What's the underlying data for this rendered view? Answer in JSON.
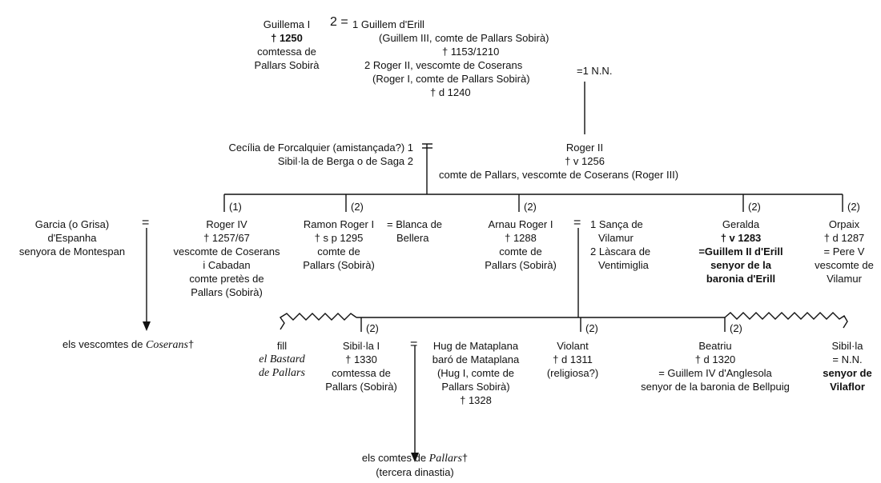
{
  "gen1": {
    "guillema": [
      "Guillema I",
      "† 1250",
      "comtessa de",
      "Pallars Sobirà"
    ],
    "marriage_mark": "2 =",
    "husband1": [
      "1 Guillem d'Erill",
      "(Guillem III, comte de Pallars Sobirà)",
      "† 1153/1210"
    ],
    "husband2": [
      "2 Roger II, vescomte de Coserans",
      "(Roger I, comte de Pallars Sobirà)",
      "† d 1240"
    ],
    "nn": "=1 N.N."
  },
  "gen2": {
    "wives": [
      "Cecília de Forcalquier (amistançada?) 1",
      "Sibil·la de Berga o de Saga 2"
    ],
    "roger": [
      "Roger II",
      "† v 1256",
      "comte de Pallars, vescomte de Coserans (Roger III)"
    ]
  },
  "gen3": {
    "garcia": [
      "Garcia (o Grisa)",
      "d'Espanha",
      "senyora de Montespan"
    ],
    "roger4_mark": "(1)",
    "roger4": [
      "Roger IV",
      "† 1257/67",
      "vescomte de Coserans",
      "i Cabadan",
      "comte pretès de",
      "Pallars (Sobirà)"
    ],
    "ramon_mark": "(2)",
    "ramon": [
      "Ramon Roger I",
      "† s p 1295",
      "comte de",
      "Pallars (Sobirà)"
    ],
    "blanca": [
      "= Blanca de",
      "Bellera"
    ],
    "arnau_mark": "(2)",
    "arnau": [
      "Arnau Roger I",
      "† 1288",
      "comte de",
      "Pallars (Sobirà)"
    ],
    "arnau_wives": [
      "1 Sança de",
      "Vilamur",
      "2 Làscara de",
      "Ventimiglia"
    ],
    "geralda_mark": "(2)",
    "geralda": [
      "Geralda",
      "† v 1283",
      "=Guillem II d'Erill",
      "senyor de la",
      "baronia d'Erill"
    ],
    "orpaix_mark": "(2)",
    "orpaix": [
      "Orpaix",
      "† d 1287",
      "= Pere V",
      "vescomte de",
      "Vilamur"
    ]
  },
  "gen4": {
    "fill": [
      "fill"
    ],
    "fill_name": [
      "el Bastard",
      "de Pallars"
    ],
    "sibilla_mark": "(2)",
    "sibilla": [
      "Sibil·la I",
      "† 1330",
      "comtessa de",
      "Pallars (Sobirà)"
    ],
    "hug": [
      "Hug de Mataplana",
      "baró de Mataplana",
      "(Hug I, comte de",
      "Pallars Sobirà)",
      "† 1328"
    ],
    "violant_mark": "(2)",
    "violant": [
      "Violant",
      "† d 1311",
      "(religiosa?)"
    ],
    "beatriu_mark": "(2)",
    "beatriu": [
      "Beatriu",
      "† d 1320",
      "= Guillem IV d'Anglesola",
      "senyor de la baronia de Bellpuig"
    ],
    "sibilla2": [
      "Sibil·la",
      "= N.N.",
      "senyor de",
      "Vilaflor"
    ]
  },
  "notes": {
    "coserans_prefix": "els vescomtes de ",
    "coserans_name": "Coserans",
    "pallars_prefix": "els comtes de ",
    "pallars_name": "Pallars",
    "pallars_sub": "(tercera dinastia)",
    "dagger": "†"
  },
  "symbols": {
    "eq": "="
  }
}
